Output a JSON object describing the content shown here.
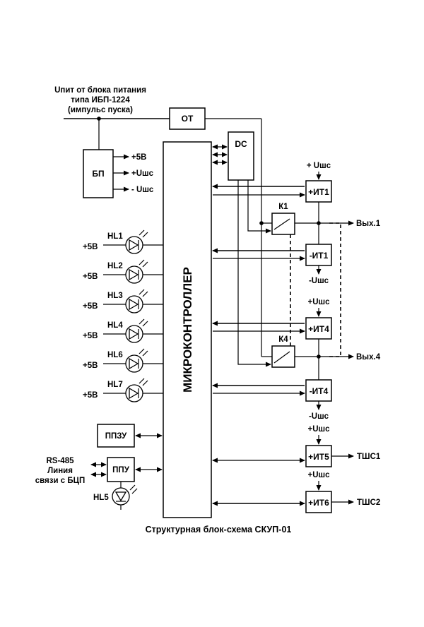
{
  "input_label": {
    "line1": "Uпит от блока питания",
    "line2": "типа ИБП-1224",
    "line3": "(импульс пуска)"
  },
  "blocks": {
    "ot": "ОТ",
    "dc": "DC",
    "bp": "БП",
    "mcu": "МИКРОКОНТРОЛЛЕР",
    "ppzu": "ППЗУ",
    "ppu": "ППУ",
    "k1": "К1",
    "k4": "К4",
    "it1p": "+ИТ1",
    "it1m": "-ИТ1",
    "it4p": "+ИТ4",
    "it4m": "-ИТ4",
    "it5": "+ИТ5",
    "it6": "+ИТ6"
  },
  "bp_outputs": [
    "+5В",
    "+Uшс",
    "- Uшс"
  ],
  "leds": [
    {
      "name": "HL1",
      "supply": "+5В"
    },
    {
      "name": "HL2",
      "supply": "+5В"
    },
    {
      "name": "HL3",
      "supply": "+5В"
    },
    {
      "name": "HL4",
      "supply": "+5В"
    },
    {
      "name": "HL6",
      "supply": "+5В"
    },
    {
      "name": "HL7",
      "supply": "+5В"
    }
  ],
  "hl5": "HL5",
  "rs485": {
    "line1": "RS-485",
    "line2": "Линия",
    "line3": "связи с БЦП"
  },
  "supply_labels": {
    "it1p": "+ Uшс",
    "it1m": "-Uшс",
    "it4p": "+Uшс",
    "it4m": "-Uшс",
    "it5": "+Uшс",
    "it6": "+Uшс"
  },
  "outputs": {
    "out1": "Вых.1",
    "out4": "Вых.4",
    "tshs1": "ТШС1",
    "tshs2": "ТШС2"
  },
  "caption": "Структурная блок-схема СКУП-01"
}
